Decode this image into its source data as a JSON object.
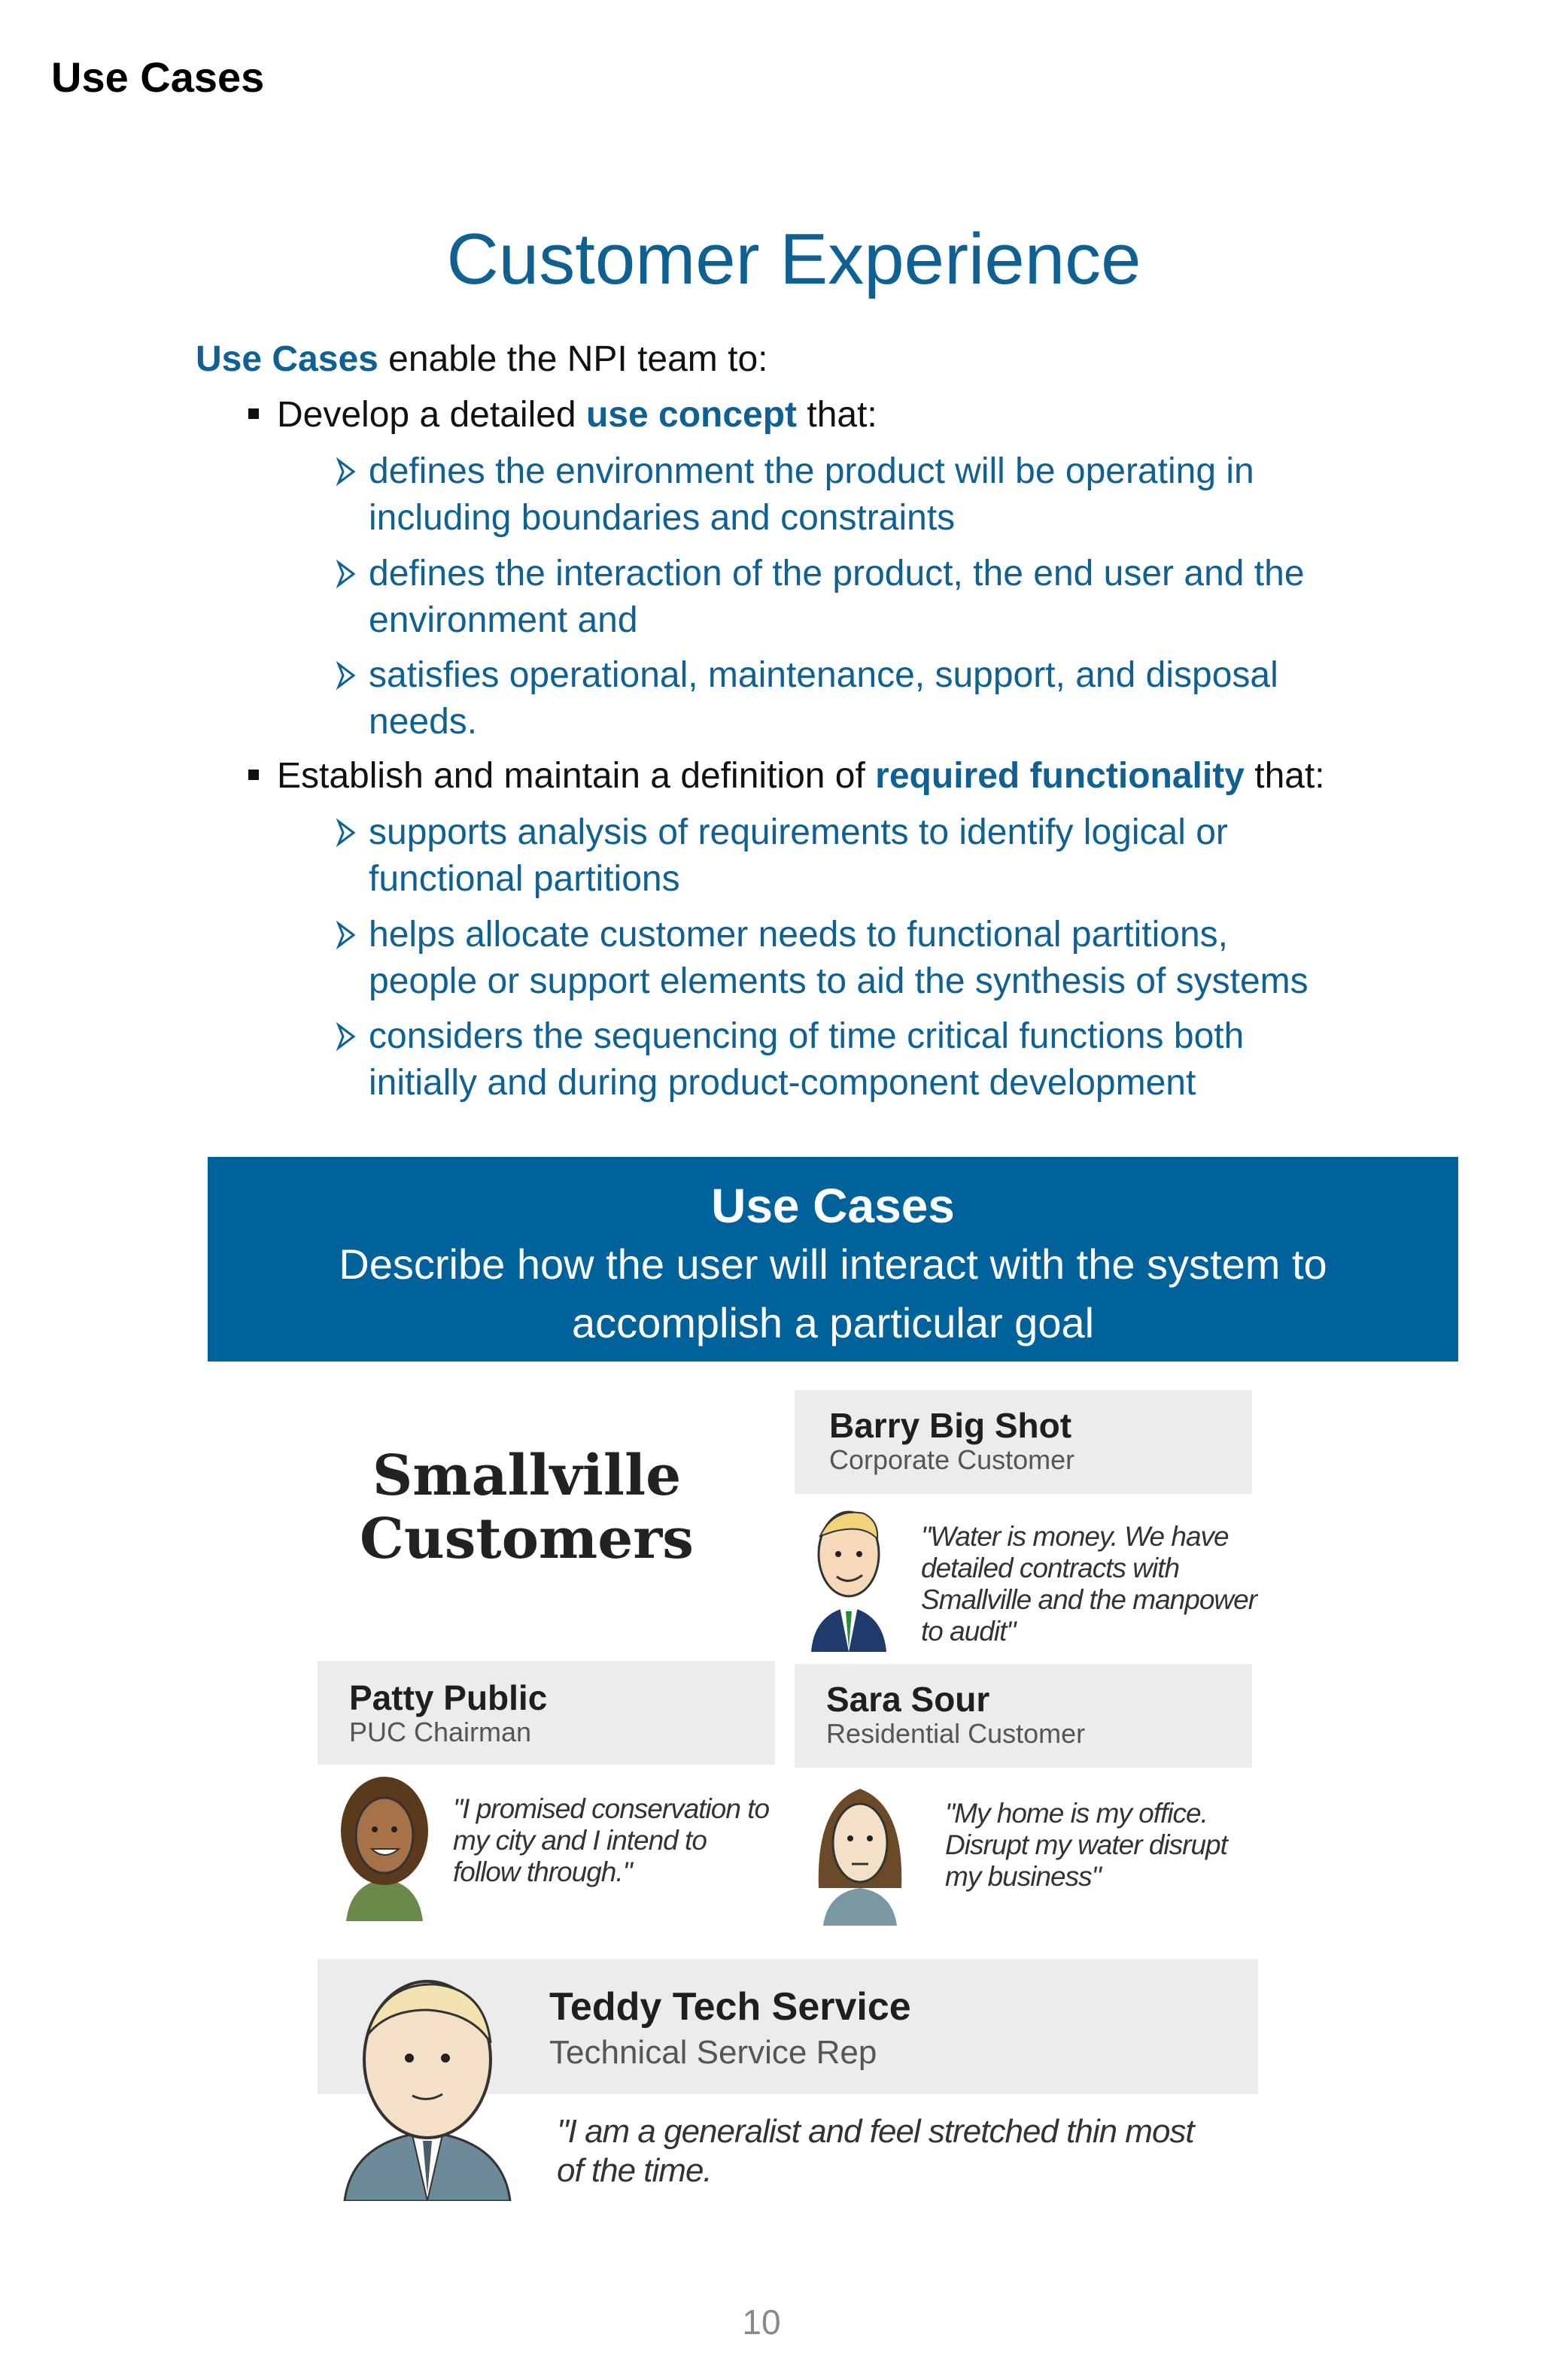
{
  "page_header": "Use Cases",
  "slide_title": "Customer Experience",
  "intro": {
    "keyword": "Use Cases",
    "text": " enable the NPI team to:"
  },
  "bullets": [
    {
      "prefix": "Develop a detailed ",
      "keyword": "use concept",
      "suffix": " that:",
      "subs": [
        [
          "defines the environment the product will be operating in",
          "including boundaries and constraints"
        ],
        [
          "defines the interaction of the product, the end user and the",
          "environment and"
        ],
        [
          "satisfies operational, maintenance, support, and disposal",
          "needs."
        ]
      ]
    },
    {
      "prefix": "Establish and maintain a definition of ",
      "keyword": "required functionality",
      "suffix": " that:",
      "subs": [
        [
          "supports analysis of requirements to identify logical or",
          "functional partitions"
        ],
        [
          "helps allocate customer needs to functional partitions,",
          "people or support elements to aid the synthesis of systems"
        ],
        [
          "considers the sequencing of time critical functions both",
          "initially and during product-component development"
        ]
      ]
    }
  ],
  "banner": {
    "title": "Use Cases",
    "line1": "Describe how the user will interact with the system to",
    "line2": "accomplish a  particular goal"
  },
  "figure": {
    "heading_line1": "Smallville",
    "heading_line2": "Customers",
    "personas": {
      "barry": {
        "name": "Barry Big Shot",
        "role": "Corporate Customer",
        "quote": [
          "\"Water is money. We have",
          "detailed contracts with",
          "Smallville and the manpower",
          "to audit\""
        ]
      },
      "patty": {
        "name": "Patty Public",
        "role": "PUC Chairman",
        "quote": [
          "\"I promised conservation to",
          "my city and I intend to",
          "follow through.\""
        ]
      },
      "sara": {
        "name": "Sara Sour",
        "role": "Residential Customer",
        "quote": [
          "\"My home is my office.",
          "Disrupt  my water disrupt",
          "my business\""
        ]
      },
      "teddy": {
        "name": "Teddy Tech Service",
        "role": "Technical Service Rep",
        "quote": [
          "\"I am a generalist and feel stretched thin most",
          "of the time."
        ]
      }
    }
  },
  "page_number": "10",
  "colors": {
    "accent": "#0f6193",
    "banner": "#00629b",
    "card": "#ececec"
  }
}
